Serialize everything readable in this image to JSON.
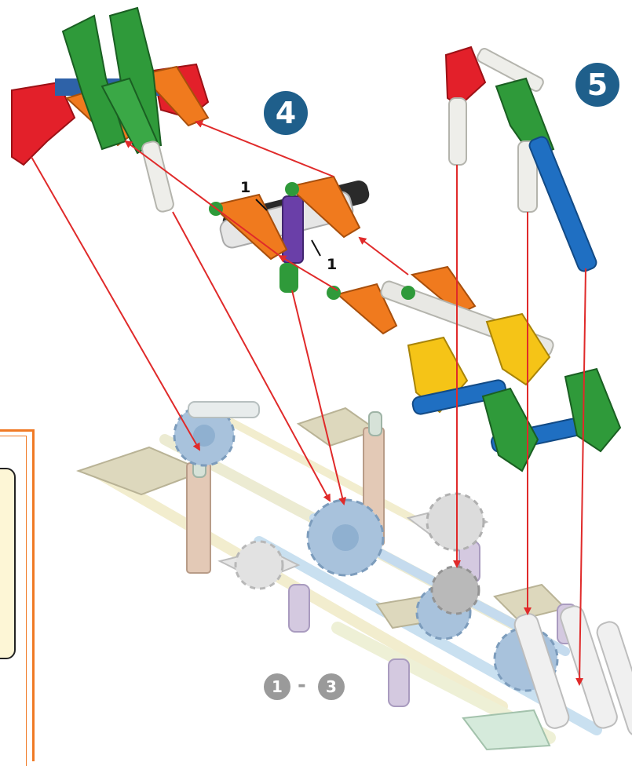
{
  "steps": {
    "step4": "4",
    "step5": "5",
    "range_start": "1",
    "range_sep": "-",
    "range_end": "3"
  },
  "part_counts": {
    "upper": "1",
    "lower": "1"
  },
  "colors": {
    "badge_blue": "#1f5f8b",
    "badge_gray": "#9a9a9a",
    "arrow_red": "#e02a2a",
    "frame_orange": "#f07a25",
    "note_fill": "#fdf6d6",
    "piece_red": "#e3202a",
    "piece_green": "#2f9a3a",
    "piece_orange": "#f07a1e",
    "piece_yellow": "#f5c417",
    "piece_blue": "#1f6fc2",
    "piece_purple": "#6a3fa8",
    "piece_black": "#2a2a2a",
    "piece_white": "#eeeeea",
    "ghost_blue": "#a8c2dc",
    "ghost_gray": "#b9b9b9",
    "ghost_tan": "#d8d2b4",
    "ghost_beige": "#e3c9b6",
    "ghost_lavender": "#d4c9e0"
  }
}
